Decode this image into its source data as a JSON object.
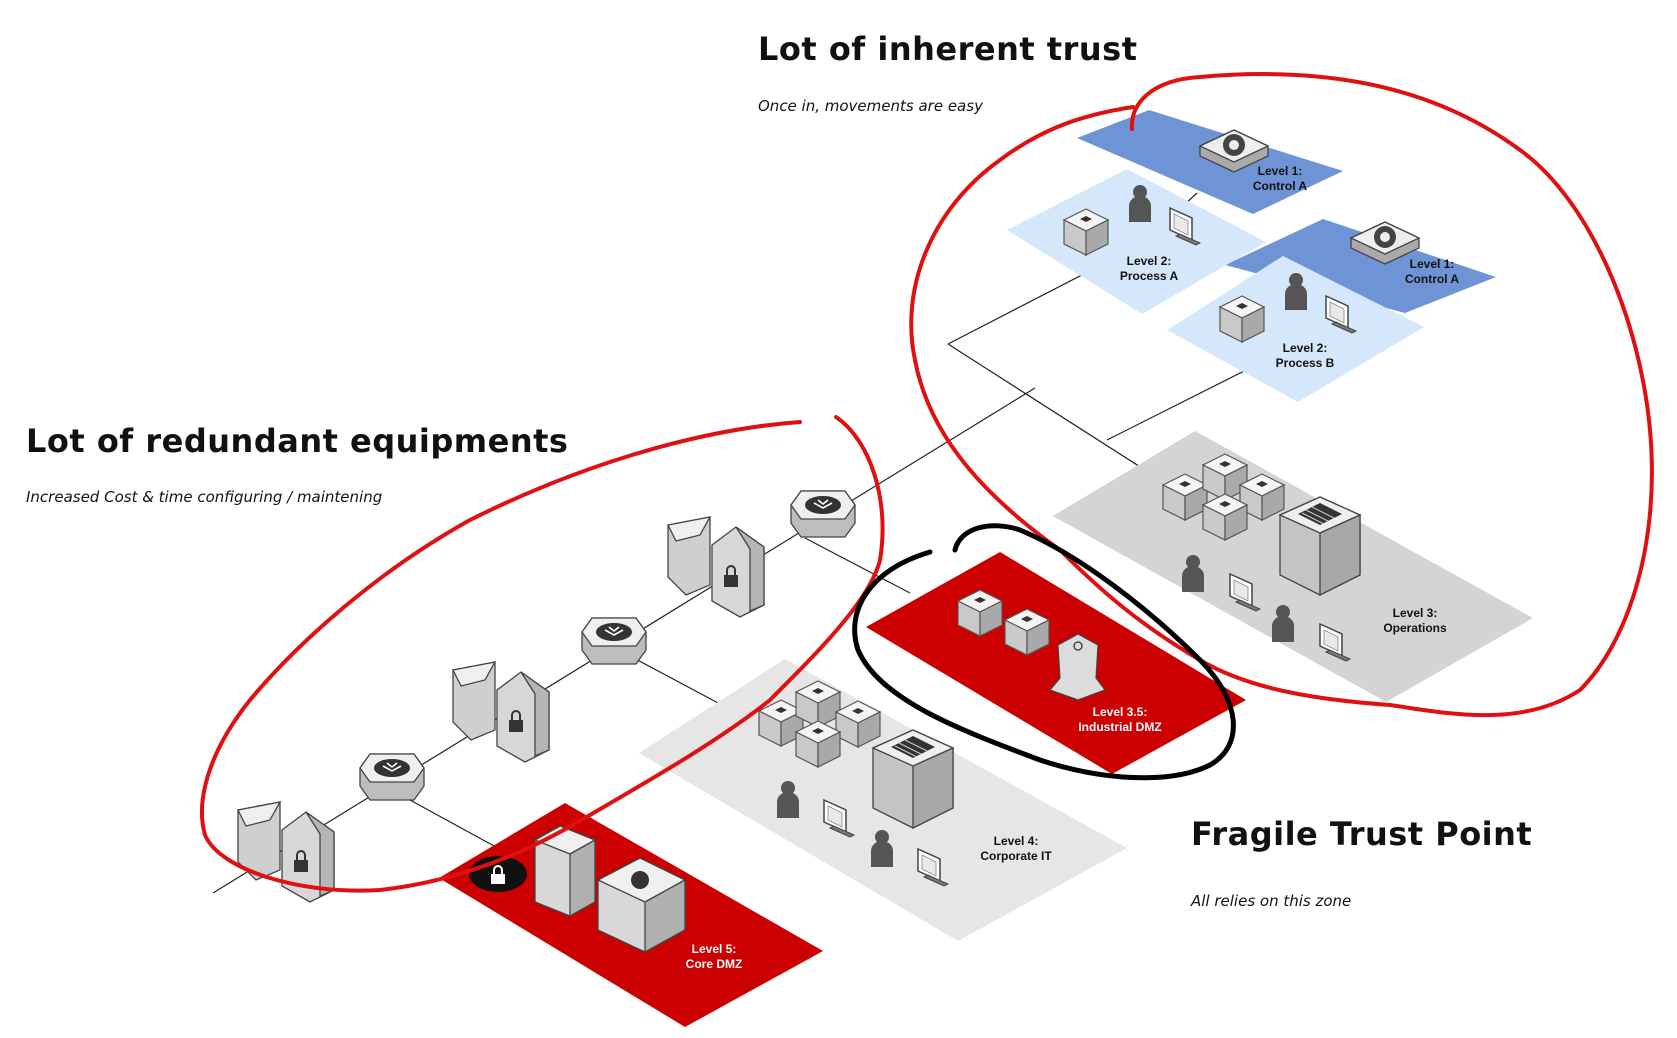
{
  "annotations": {
    "inherent_trust": {
      "title": "Lot of inherent trust",
      "subtitle": "Once in, movements are easy"
    },
    "redundant": {
      "title": "Lot of redundant equipments",
      "subtitle": "Increased Cost & time configuring / maintening"
    },
    "fragile": {
      "title": "Fragile Trust Point",
      "subtitle": "All relies on this zone"
    }
  },
  "zones": {
    "control_a_1": {
      "line1": "Level 1:",
      "line2": "Control A"
    },
    "control_a_2": {
      "line1": "Level 1:",
      "line2": "Control A"
    },
    "process_a": {
      "line1": "Level 2:",
      "line2": "Process A"
    },
    "process_b": {
      "line1": "Level 2:",
      "line2": "Process B"
    },
    "operations": {
      "line1": "Level 3:",
      "line2": "Operations"
    },
    "industrial_dmz": {
      "line1": "Level 3.5:",
      "line2": "Industrial DMZ"
    },
    "corporate_it": {
      "line1": "Level 4:",
      "line2": "Corporate IT"
    },
    "core_dmz": {
      "line1": "Level 5:",
      "line2": "Core DMZ"
    }
  },
  "colors": {
    "dmz_red": "#cc0000",
    "control_blue": "#6f94d6",
    "process_blue": "#d5e8fb",
    "operations_gray": "#d4d4d4",
    "corporate_gray": "#e6e6e6",
    "annotation_red": "#e01010",
    "annotation_black": "#000000"
  }
}
